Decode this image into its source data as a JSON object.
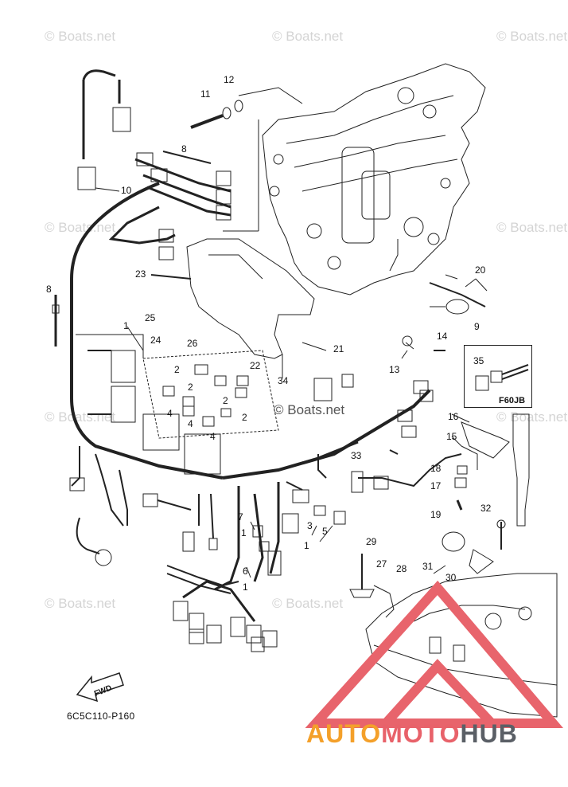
{
  "watermarks": [
    "© Boats.net",
    "© Boats.net",
    "© Boats.net",
    "© Boats.net",
    "© Boats.net",
    "© Boats.net",
    "© Boats.net",
    "© Boats.net",
    "© Boats.net",
    "© Boats.net"
  ],
  "callouts": [
    "12",
    "11",
    "8",
    "10",
    "20",
    "23",
    "8",
    "1",
    "25",
    "24",
    "26",
    "22",
    "21",
    "34",
    "9",
    "14",
    "13",
    "2",
    "2",
    "2",
    "4",
    "4",
    "2",
    "4",
    "35",
    "16",
    "15",
    "33",
    "18",
    "17",
    "7",
    "1",
    "3",
    "5",
    "1",
    "19",
    "32",
    "6",
    "1",
    "29",
    "27",
    "28",
    "31",
    "30"
  ],
  "inset": {
    "callout": "35",
    "code": "F60JB"
  },
  "fwd_label": "FWD",
  "part_code": "6C5C110-P160",
  "brand": {
    "part1": "AUTO",
    "part2": "MOTO",
    "part3": "HUB"
  },
  "colors": {
    "line": "#222222",
    "watermark": "#d4d4d4",
    "logo_triangle": "#e8646c",
    "brand_orange": "#f4a02a",
    "brand_red": "#e8626a",
    "brand_gray": "#5a5f66"
  }
}
